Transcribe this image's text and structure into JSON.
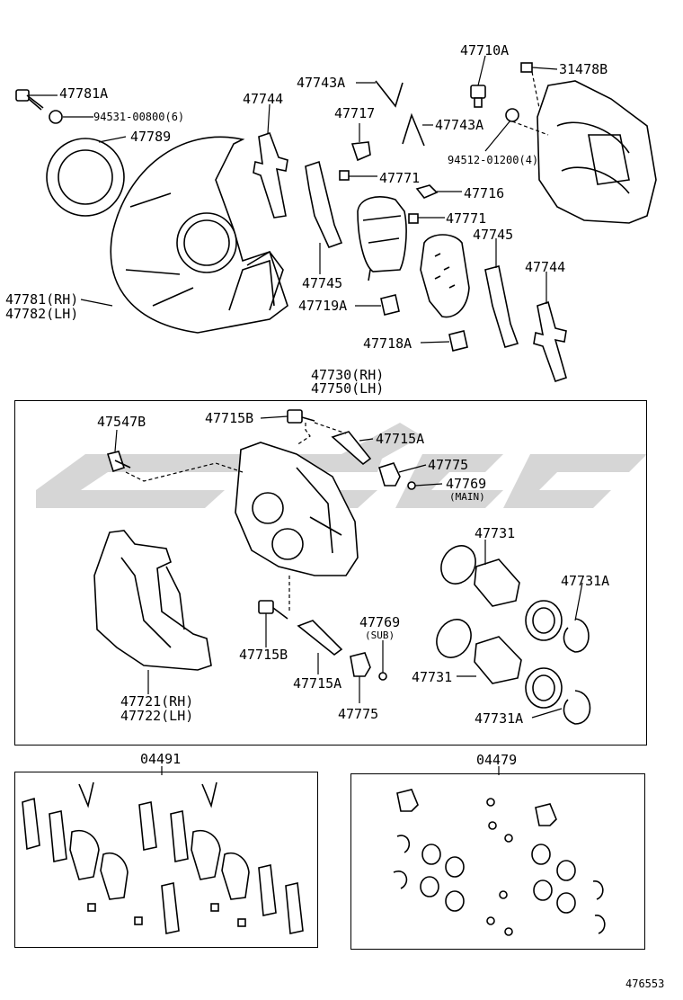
{
  "labels": {
    "p47781A": "47781A",
    "p94531": "94531-00800(6)",
    "p47789": "47789",
    "p47781_47782": [
      "47781(RH)",
      "47782(LH)"
    ],
    "p47744_top": "47744",
    "p47743A_top": "47743A",
    "p47717": "47717",
    "p47743A_mid": "47743A",
    "p47771_a": "47771",
    "p47716": "47716",
    "p47771_b": "47771",
    "p47745_left": "47745",
    "p47719A": "47719A",
    "p47718A": "47718A",
    "p47745_right": "47745",
    "p47744_right": "47744",
    "p47710A": "47710A",
    "p31478B": "31478B",
    "p94512": "94512-01200(4)",
    "p47730_47750": [
      "47730(RH)",
      "47750(LH)"
    ],
    "p47547B": "47547B",
    "p47715B_top": "47715B",
    "p47715A_top": "47715A",
    "p47775_top": "47775",
    "p47769_main": "47769",
    "p47769_main_note": "(MAIN)",
    "p47731_top": "47731",
    "p47731A_top": "47731A",
    "p47715B_bot": "47715B",
    "p47715A_bot": "47715A",
    "p47769_sub": "47769",
    "p47769_sub_note": "(SUB)",
    "p47775_bot": "47775",
    "p47731_bot": "47731",
    "p47731A_bot": "47731A",
    "p47721_47722": [
      "47721(RH)",
      "47722(LH)"
    ],
    "p04491": "04491",
    "p04479": "04479",
    "diagram_no": "476553"
  }
}
